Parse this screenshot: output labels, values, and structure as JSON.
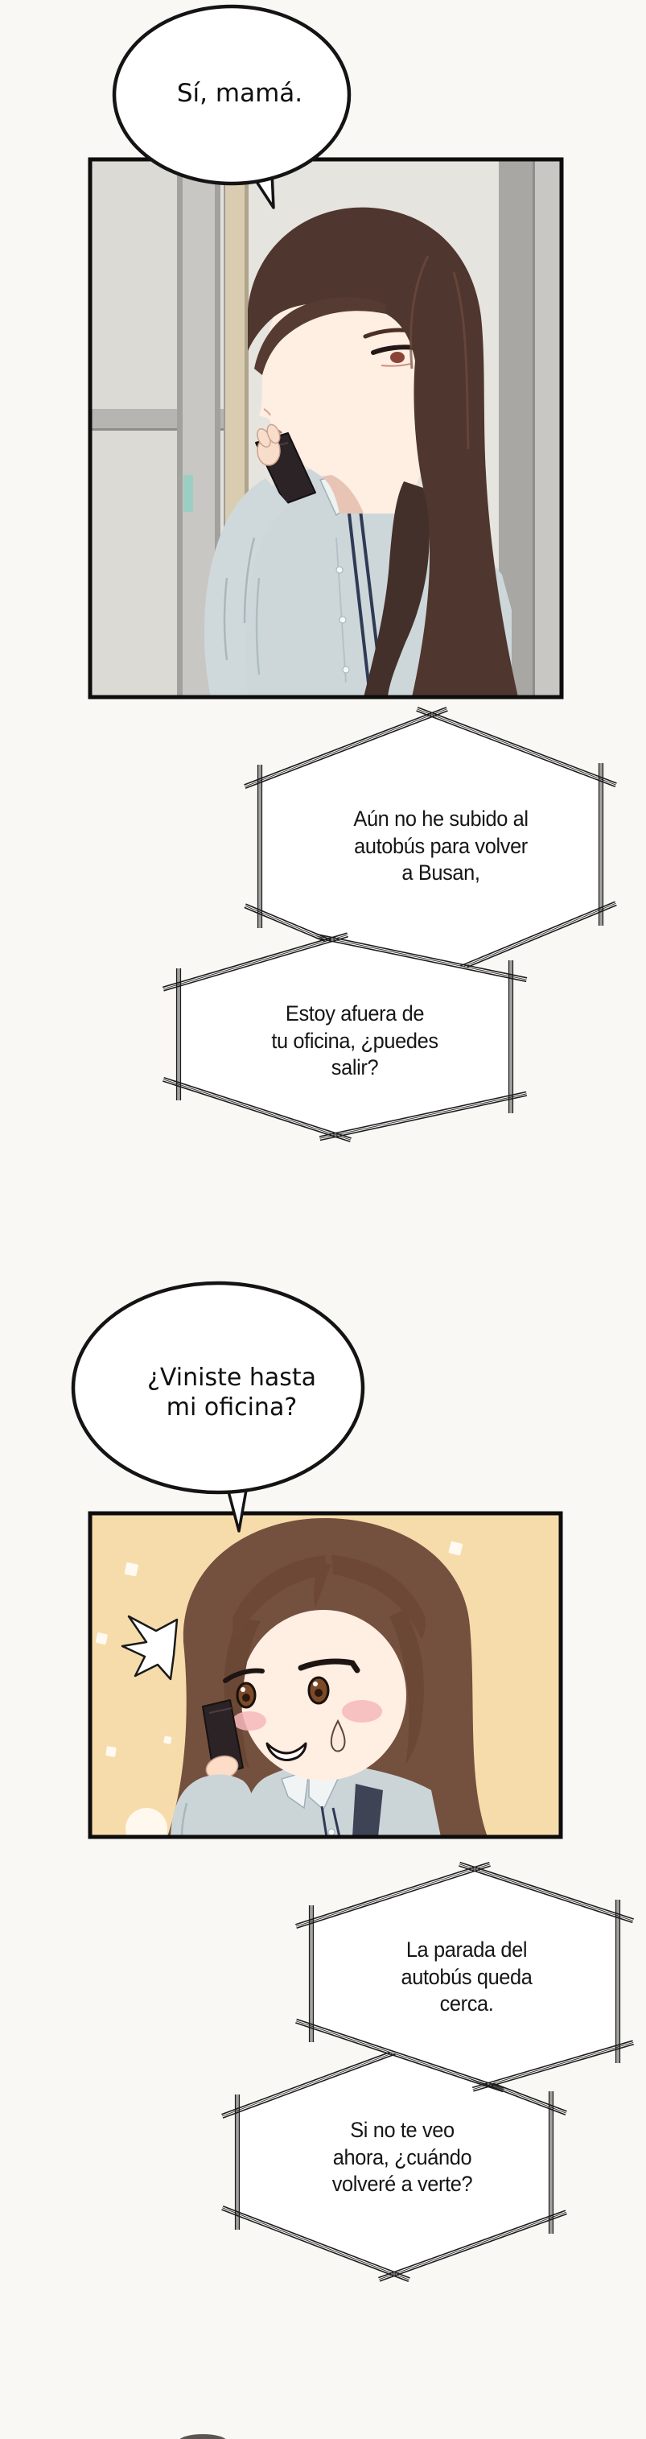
{
  "page": {
    "kind": "webtoon comic page"
  },
  "speech": [
    {
      "shape": "ellipse",
      "lines": [
        "Sí, mamá."
      ]
    },
    {
      "shape": "hex-burst",
      "lines": [
        "Aún no he subido al",
        "autobús para volver",
        "a Busan,"
      ]
    },
    {
      "shape": "hex-burst",
      "lines": [
        "Estoy afuera de",
        "tu oficina, ¿puedes",
        "salir?"
      ]
    },
    {
      "shape": "ellipse",
      "lines": [
        "¿Viniste hasta",
        "mi oficina?"
      ]
    },
    {
      "shape": "hex-burst",
      "lines": [
        "La parada del",
        "autobús queda",
        "cerca."
      ]
    },
    {
      "shape": "hex-burst",
      "lines": [
        "Si no te veo",
        "ahora, ¿cuándo",
        "volveré a verte?"
      ]
    }
  ],
  "palette": {
    "page_bg": "#faf8f4",
    "ink": "#141414",
    "hex_line": "#1d1d1d",
    "bubble_fill": "#ffffff",
    "p1_wall": "#e3e1dc",
    "p1_hair": "#4f362e",
    "p1_shirt": "#cdd7da",
    "phone": "#2c2327",
    "skin": "#ffeee2",
    "p2_bg": "#f7dcab",
    "p2_hair": "#74503e",
    "blush": "#f6b7bb"
  }
}
